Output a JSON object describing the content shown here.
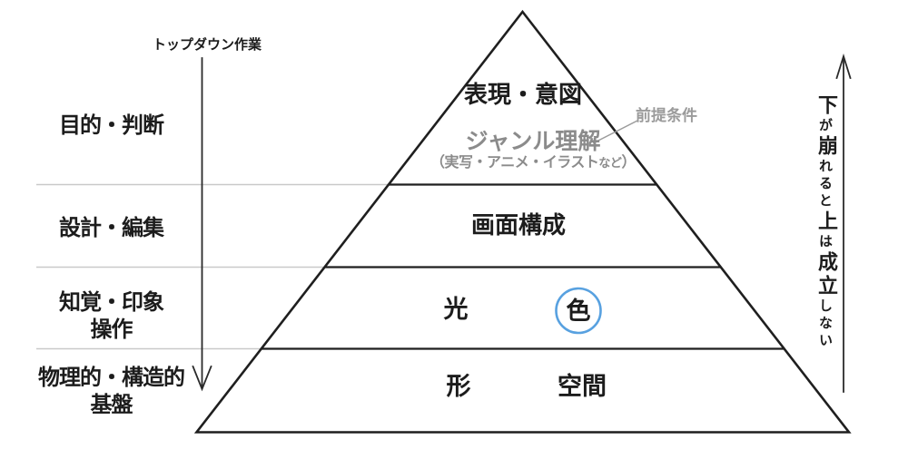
{
  "diagram": {
    "top_axis_label": "トップダウン作業",
    "left_labels": [
      {
        "line1": "目的・判断",
        "line2": ""
      },
      {
        "line1": "設計・編集",
        "line2": ""
      },
      {
        "line1": "知覚・印象",
        "line2": "操作"
      },
      {
        "line1": "物理的・構造的",
        "line2": "基盤"
      }
    ],
    "pyramid": {
      "level1_title": "表現・意図",
      "genre_title": "ジャンル理解",
      "genre_note_open": "（実写・アニメ・イラスト",
      "genre_note_small": "など",
      "genre_note_close": "）",
      "level2_title": "画面構成",
      "level3_item1": "光",
      "level3_item2": "色",
      "level4_item1": "形",
      "level4_item2": "空間"
    },
    "annotation_label": "前提条件",
    "right_note": {
      "text": "下が崩れると上は成立しない",
      "chars": [
        {
          "c": "下",
          "size": "lg"
        },
        {
          "c": "が",
          "size": "sm"
        },
        {
          "c": "崩",
          "size": "lg"
        },
        {
          "c": "れ",
          "size": "sm"
        },
        {
          "c": "る",
          "size": "sm"
        },
        {
          "c": "と",
          "size": "sm"
        },
        {
          "c": "上",
          "size": "lg"
        },
        {
          "c": "は",
          "size": "sm"
        },
        {
          "c": "成",
          "size": "lg"
        },
        {
          "c": "立",
          "size": "lg"
        },
        {
          "c": "し",
          "size": "sm"
        },
        {
          "c": "な",
          "size": "sm"
        },
        {
          "c": "い",
          "size": "sm"
        }
      ]
    },
    "colors": {
      "line": "#1f1f1f",
      "left_divider": "#c9c9c9",
      "gray_text": "#8b8b8b",
      "annotation_gray": "#9b9b9b",
      "circle_accent": "#58a1e0"
    }
  }
}
